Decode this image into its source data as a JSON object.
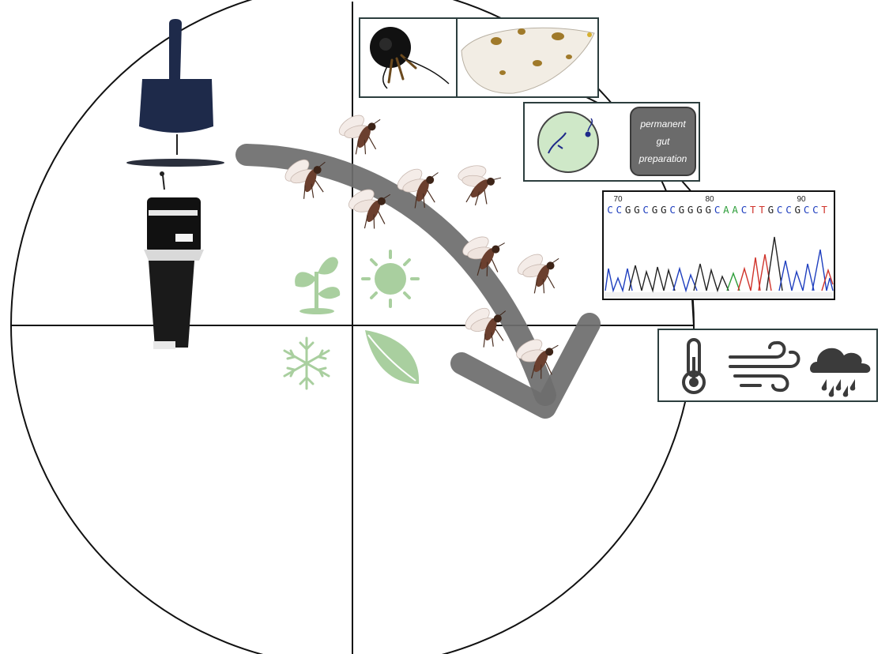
{
  "sequence": {
    "positions": [
      "70",
      "80",
      "90"
    ],
    "bases": [
      {
        "b": "C",
        "color": "#1f3fbf"
      },
      {
        "b": "C",
        "color": "#1f3fbf"
      },
      {
        "b": "G",
        "color": "#222222"
      },
      {
        "b": "G",
        "color": "#222222"
      },
      {
        "b": "C",
        "color": "#1f3fbf"
      },
      {
        "b": "G",
        "color": "#222222"
      },
      {
        "b": "G",
        "color": "#222222"
      },
      {
        "b": "C",
        "color": "#1f3fbf"
      },
      {
        "b": "G",
        "color": "#222222"
      },
      {
        "b": "G",
        "color": "#222222"
      },
      {
        "b": "G",
        "color": "#222222"
      },
      {
        "b": "G",
        "color": "#222222"
      },
      {
        "b": "C",
        "color": "#1f3fbf"
      },
      {
        "b": "A",
        "color": "#2e9e3a"
      },
      {
        "b": "A",
        "color": "#2e9e3a"
      },
      {
        "b": "C",
        "color": "#1f3fbf"
      },
      {
        "b": "T",
        "color": "#d0342c"
      },
      {
        "b": "T",
        "color": "#d0342c"
      },
      {
        "b": "G",
        "color": "#222222"
      },
      {
        "b": "C",
        "color": "#1f3fbf"
      },
      {
        "b": "C",
        "color": "#1f3fbf"
      },
      {
        "b": "G",
        "color": "#222222"
      },
      {
        "b": "C",
        "color": "#1f3fbf"
      },
      {
        "b": "C",
        "color": "#1f3fbf"
      },
      {
        "b": "T",
        "color": "#d0342c"
      }
    ]
  },
  "gut_preparation": {
    "line1": "permanent",
    "line2": "gut",
    "line3": "preparation"
  },
  "season_icons": [
    "plant-sprout-icon",
    "sun-icon",
    "snowflake-icon",
    "leaf-icon"
  ],
  "weather_icons": [
    "thermometer-icon",
    "wind-icon",
    "rain-cloud-icon"
  ],
  "colors": {
    "season_green": "#a9cf9f",
    "arrow_gray": "#6e6e6e",
    "trap_navy": "#1e2a4a",
    "panel_border": "#2c3e3e",
    "weather_icon": "#3b3b3b"
  }
}
